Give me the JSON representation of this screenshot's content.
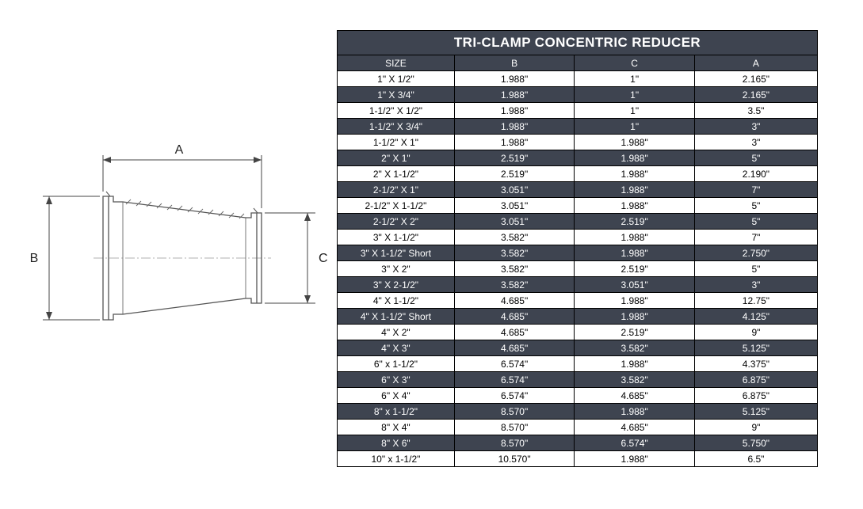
{
  "colors": {
    "dark_row": "#3e4450",
    "light_row": "#ffffff",
    "border": "#000000",
    "text_light": "#ffffff",
    "text_dark": "#000000"
  },
  "diagram": {
    "dimension_a": "A",
    "dimension_b": "B",
    "dimension_c": "C"
  },
  "table": {
    "title": "TRI-CLAMP CONCENTRIC REDUCER",
    "columns": [
      "SIZE",
      "B",
      "C",
      "A"
    ],
    "rows": [
      [
        "1\" X 1/2\"",
        "1.988\"",
        "1\"",
        "2.165\""
      ],
      [
        "1\" X 3/4\"",
        "1.988\"",
        "1\"",
        "2.165\""
      ],
      [
        "1-1/2\" X 1/2\"",
        "1.988\"",
        "1\"",
        "3.5\""
      ],
      [
        "1-1/2\" X 3/4\"",
        "1.988\"",
        "1\"",
        "3\""
      ],
      [
        "1-1/2\" X 1\"",
        "1.988\"",
        "1.988\"",
        "3\""
      ],
      [
        "2\" X 1\"",
        "2.519\"",
        "1.988\"",
        "5\""
      ],
      [
        "2\" X 1-1/2\"",
        "2.519\"",
        "1.988\"",
        "2.190\""
      ],
      [
        "2-1/2\" X 1\"",
        "3.051\"",
        "1.988\"",
        "7\""
      ],
      [
        "2-1/2\" X 1-1/2\"",
        "3.051\"",
        "1.988\"",
        "5\""
      ],
      [
        "2-1/2\" X 2\"",
        "3.051\"",
        "2.519\"",
        "5\""
      ],
      [
        "3\" X 1-1/2\"",
        "3.582\"",
        "1.988\"",
        "7\""
      ],
      [
        "3\" X 1-1/2\" Short",
        "3.582\"",
        "1.988\"",
        "2.750\""
      ],
      [
        "3\" X 2\"",
        "3.582\"",
        "2.519\"",
        "5\""
      ],
      [
        "3\" X 2-1/2\"",
        "3.582\"",
        "3.051\"",
        "3\""
      ],
      [
        "4\" X 1-1/2\"",
        "4.685\"",
        "1.988\"",
        "12.75\""
      ],
      [
        "4\" X 1-1/2\" Short",
        "4.685\"",
        "1.988\"",
        "4.125\""
      ],
      [
        "4\" X 2\"",
        "4.685\"",
        "2.519\"",
        "9\""
      ],
      [
        "4\" X 3\"",
        "4.685\"",
        "3.582\"",
        "5.125\""
      ],
      [
        "6\" x 1-1/2\"",
        "6.574\"",
        "1.988\"",
        "4.375\""
      ],
      [
        "6\" X 3\"",
        "6.574\"",
        "3.582\"",
        "6.875\""
      ],
      [
        "6\" X 4\"",
        "6.574\"",
        "4.685\"",
        "6.875\""
      ],
      [
        "8\" x 1-1/2\"",
        "8.570\"",
        "1.988\"",
        "5.125\""
      ],
      [
        "8\" X 4\"",
        "8.570\"",
        "4.685\"",
        "9\""
      ],
      [
        "8\" X 6\"",
        "8.570\"",
        "6.574\"",
        "5.750\""
      ],
      [
        "10\" x 1-1/2\"",
        "10.570\"",
        "1.988\"",
        "6.5\""
      ]
    ]
  }
}
